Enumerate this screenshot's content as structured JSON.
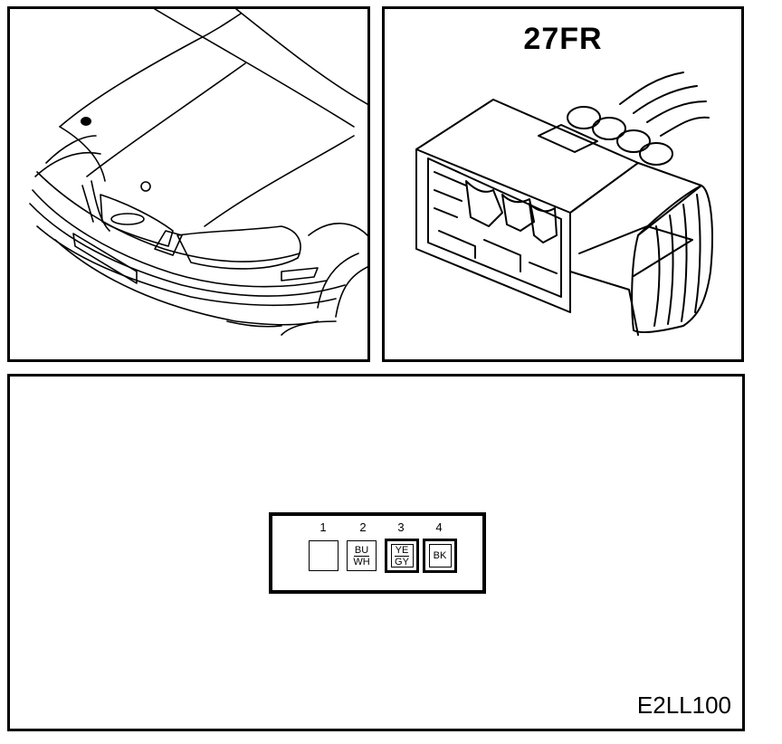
{
  "connector": {
    "title": "27FR",
    "pins": [
      {
        "number": "1",
        "colors": []
      },
      {
        "number": "2",
        "colors": [
          "BU",
          "WH"
        ]
      },
      {
        "number": "3",
        "colors": [
          "YE",
          "GY"
        ]
      },
      {
        "number": "4",
        "colors": [
          "BK"
        ]
      }
    ]
  },
  "figure_id": "E2LL100"
}
